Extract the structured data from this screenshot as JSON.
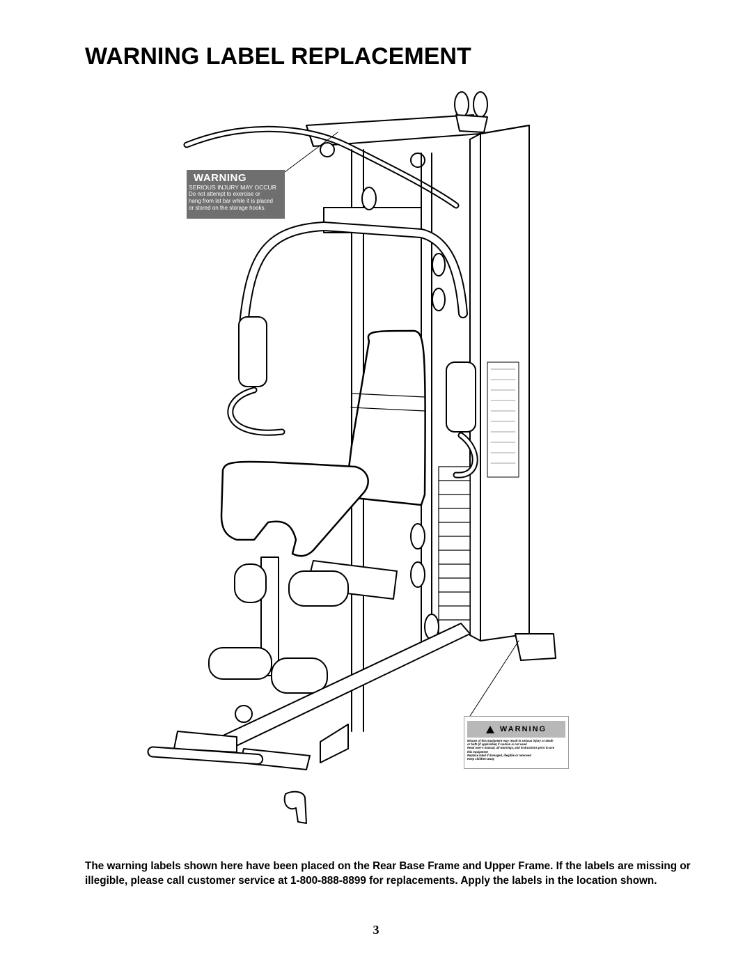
{
  "page": {
    "title": "WARNING LABEL REPLACEMENT",
    "body": "The warning labels shown here have been placed on the Rear Base Frame and Upper Frame.  If the labels are missing or illegible, please call customer service at 1-800-888-8899 for replacements.  Apply the labels in the location shown.",
    "page_number": "3"
  },
  "upper_label": {
    "title": "WARNING",
    "subtitle": "SERIOUS INJURY MAY OCCUR",
    "lines": [
      "Do not attempt to exercise or",
      "hang from lat bar while it is placed",
      "or stored on the storage hooks."
    ]
  },
  "lower_label": {
    "title": "WARNING",
    "lines": [
      "Misuse of this equipment may result in serious injury or death",
      "or both (if applicable) if caution is not used",
      "Read user's manual, all warnings, and instructions prior to use",
      "this equipment",
      "Replace label if damaged, illegible or removed",
      "Keep children away"
    ]
  }
}
